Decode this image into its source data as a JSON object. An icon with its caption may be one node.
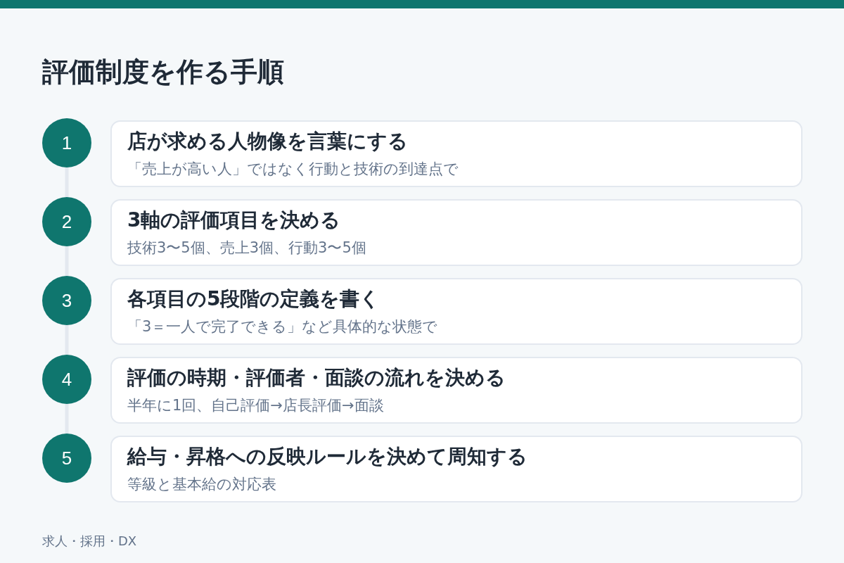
{
  "diagram": {
    "title": "評価制度を作る手順",
    "nodes": [
      {
        "text": [
          "1"
        ]
      },
      {
        "text": [
          "店が求める人物像を言葉にする",
          "「売上が高い人」ではなく行動と技術の到達点で"
        ]
      },
      {
        "text": [
          "2"
        ]
      },
      {
        "text": [
          "3軸の評価項目を決める",
          "技術3〜5個、売上3個、行動3〜5個"
        ]
      },
      {
        "text": [
          "3"
        ]
      },
      {
        "text": [
          "各項目の5段階の定義を書く",
          "「3＝一人で完了できる」など具体的な状態で"
        ]
      },
      {
        "text": [
          "4"
        ]
      },
      {
        "text": [
          "評価の時期・評価者・面談の流れを決める",
          "半年に1回、自己評価→店長評価→面談"
        ]
      },
      {
        "text": [
          "5"
        ]
      },
      {
        "text": [
          "給与・昇格への反映ルールを決めて周知する",
          "等級と基本給の対応表"
        ]
      }
    ],
    "edges": [
      {
        "from": 0,
        "to": 2,
        "arrow": "none"
      },
      {
        "from": 2,
        "to": 4,
        "arrow": "none"
      },
      {
        "from": 4,
        "to": 6,
        "arrow": "none"
      },
      {
        "from": 6,
        "to": 8,
        "arrow": "none"
      }
    ],
    "labels": [
      "求人・採用・DX"
    ]
  }
}
